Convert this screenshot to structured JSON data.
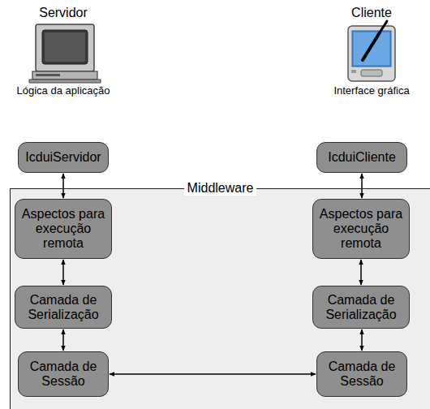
{
  "diagram": {
    "nodes": [
      {
        "text": [
          "IcduiServidor"
        ]
      },
      {
        "text": [
          "IcduiCliente"
        ]
      },
      {
        "text": [
          "Middleware"
        ]
      },
      {
        "text": [
          "Aspectos para execução remota"
        ],
        "in": 2
      },
      {
        "text": [
          "Aspectos para execução remota"
        ],
        "in": 2
      },
      {
        "text": [
          "Camada de Serialização"
        ],
        "in": 2
      },
      {
        "text": [
          "Camada de Serialização"
        ],
        "in": 2
      },
      {
        "text": [
          "Camada de Sessão"
        ],
        "in": 2
      },
      {
        "text": [
          "Camada de Sessão"
        ],
        "in": 2
      }
    ],
    "edges": [
      {
        "from": 0,
        "to": 3,
        "arrow": "both"
      },
      {
        "from": 1,
        "to": 4,
        "arrow": "both"
      },
      {
        "from": 3,
        "to": 5,
        "arrow": "both"
      },
      {
        "from": 4,
        "to": 6,
        "arrow": "both"
      },
      {
        "from": 5,
        "to": 7,
        "arrow": "both"
      },
      {
        "from": 6,
        "to": 8,
        "arrow": "both"
      },
      {
        "from": 7,
        "to": 8,
        "arrow": "both"
      }
    ],
    "labels": [
      "Servidor",
      "Lógica da aplicação",
      "Cliente",
      "Interface gráfica"
    ]
  }
}
